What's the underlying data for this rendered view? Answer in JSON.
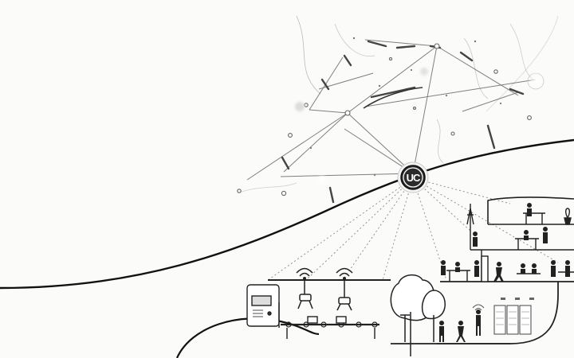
{
  "hub": {
    "logo_text": "UC",
    "icon": "uc-logo-icon"
  },
  "colors": {
    "background": "#fbfbf9",
    "line": "#1a1a1a",
    "soft_line": "#9a9a9a",
    "hub_fill": "#2b2b2b"
  },
  "scene": {
    "top_region": "cloud-network",
    "bottom_left": "factory-with-conveyor-and-robots",
    "bottom_center": "park-with-trees-and-people",
    "bottom_right": "multi-floor-office-with-people",
    "far_right": "server-racks"
  },
  "icons": [
    "wifi-icon",
    "robot-arm-icon",
    "tree-icon",
    "street-lamp-icon",
    "person-icon",
    "desk-icon",
    "plant-icon",
    "antenna-icon",
    "server-rack-icon"
  ]
}
